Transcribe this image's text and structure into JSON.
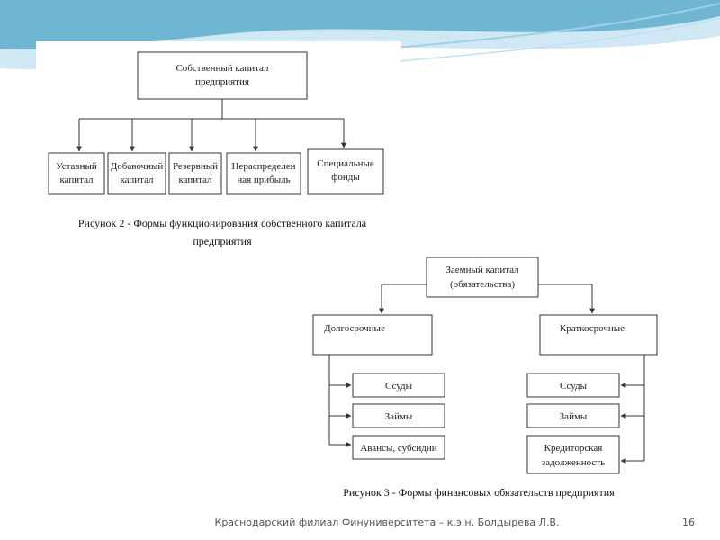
{
  "colors": {
    "wave_dark": "#5aa9c9",
    "wave_light": "#b8dcec",
    "line": "#333333",
    "footer_text": "#555555"
  },
  "diagram1": {
    "root": [
      "Собственный капитал",
      "предприятия"
    ],
    "children": [
      [
        "Уставный",
        "капитал"
      ],
      [
        "Добавочный",
        "капитал"
      ],
      [
        "Резервный",
        "капитал"
      ],
      [
        "Нераспределен",
        "ная прибыль"
      ],
      [
        "Специальные",
        "фонды"
      ]
    ],
    "caption_line1": "Рисунок 2 - Формы функционирования собственного капитала",
    "caption_line2": "предприятия"
  },
  "diagram2": {
    "root": [
      "Заемный капитал",
      "(обязательства)"
    ],
    "left_branch": "Долгосрочные",
    "right_branch": "Краткосрочные",
    "left_items": [
      [
        "Ссуды"
      ],
      [
        "Займы"
      ],
      [
        "Авансы, субсидии"
      ]
    ],
    "right_items": [
      [
        "Ссуды"
      ],
      [
        "Займы"
      ],
      [
        "Кредиторская",
        "задолженность"
      ]
    ],
    "caption": "Рисунок 3 - Формы финансовых обязательств предприятия"
  },
  "footer": {
    "text": "Краснодарский филиал Финуниверситета – к.э.н. Болдырева Л.В.",
    "page_number": "16"
  }
}
